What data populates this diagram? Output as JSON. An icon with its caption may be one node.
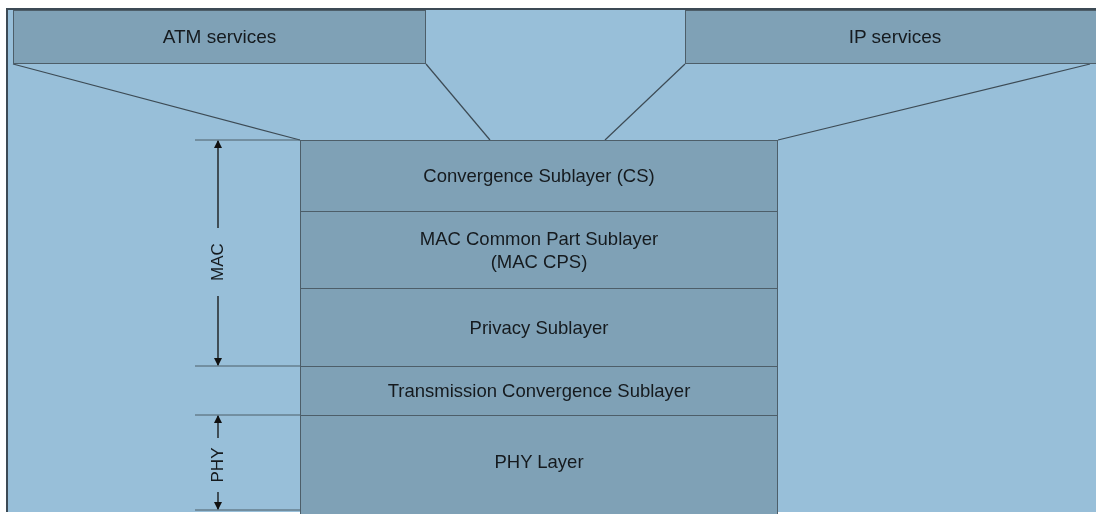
{
  "diagram": {
    "nodes": [
      {
        "text": [
          "ATM services"
        ]
      },
      {
        "text": [
          "IP services"
        ]
      },
      {
        "text": [
          "Convergence Sublayer (CS)"
        ]
      },
      {
        "text": [
          "MAC Common Part Sublayer (MAC CPS)"
        ]
      },
      {
        "text": [
          "Privacy Sublayer"
        ]
      },
      {
        "text": [
          "Transmission Convergence Sublayer"
        ]
      },
      {
        "text": [
          "PHY Layer"
        ]
      }
    ],
    "edges": [
      {
        "from": 0,
        "to": 2,
        "arrow": "none"
      },
      {
        "from": 0,
        "to": 2,
        "arrow": "none"
      },
      {
        "from": 1,
        "to": 2,
        "arrow": "none"
      },
      {
        "from": 1,
        "to": 2,
        "arrow": "none"
      }
    ],
    "labels": [
      "MAC",
      "PHY"
    ]
  }
}
